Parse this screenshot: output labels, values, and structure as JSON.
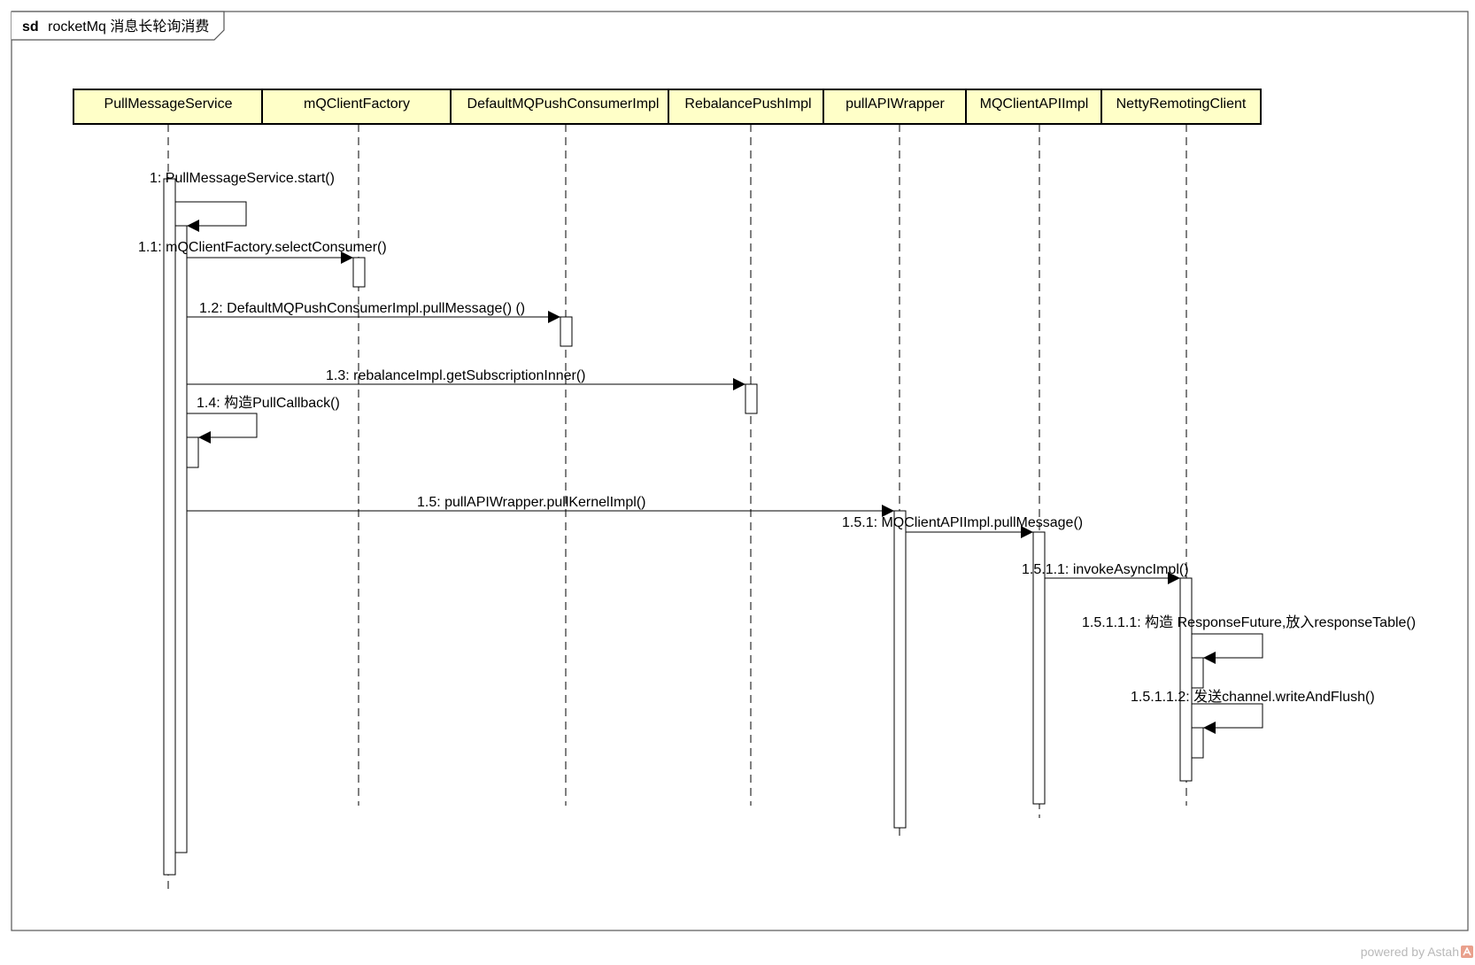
{
  "frame": {
    "keyword": "sd",
    "title": "rocketMq 消息长轮询消费"
  },
  "lifelines": [
    {
      "id": "pms",
      "label": "PullMessageService"
    },
    {
      "id": "mcf",
      "label": "mQClientFactory"
    },
    {
      "id": "dpc",
      "label": "DefaultMQPushConsumerImpl"
    },
    {
      "id": "rbp",
      "label": "RebalancePushImpl"
    },
    {
      "id": "paw",
      "label": "pullAPIWrapper"
    },
    {
      "id": "mca",
      "label": "MQClientAPIImpl"
    },
    {
      "id": "nrc",
      "label": "NettyRemotingClient"
    }
  ],
  "messages": [
    {
      "id": "m1",
      "label": "1: PullMessageService.start()",
      "from": "pms",
      "to": "pms",
      "type": "self"
    },
    {
      "id": "m1_1",
      "label": "1.1: mQClientFactory.selectConsumer()",
      "from": "pms",
      "to": "mcf",
      "type": "call"
    },
    {
      "id": "m1_2",
      "label": "1.2: DefaultMQPushConsumerImpl.pullMessage()  ()",
      "from": "pms",
      "to": "dpc",
      "type": "call"
    },
    {
      "id": "m1_3",
      "label": "1.3: rebalanceImpl.getSubscriptionInner()",
      "from": "pms",
      "to": "rbp",
      "type": "call"
    },
    {
      "id": "m1_4",
      "label": "1.4: 构造PullCallback()",
      "from": "pms",
      "to": "pms",
      "type": "self"
    },
    {
      "id": "m1_5",
      "label": "1.5: pullAPIWrapper.pullKernelImpl()",
      "from": "pms",
      "to": "paw",
      "type": "call"
    },
    {
      "id": "m1_5_1",
      "label": "1.5.1: MQClientAPIImpl.pullMessage()",
      "from": "paw",
      "to": "mca",
      "type": "call"
    },
    {
      "id": "m1_5_1_1",
      "label": "1.5.1.1: invokeAsyncImpl()",
      "from": "mca",
      "to": "nrc",
      "type": "call"
    },
    {
      "id": "m1_5_1_1_1",
      "label": "1.5.1.1.1: 构造 ResponseFuture,放入responseTable()",
      "from": "nrc",
      "to": "nrc",
      "type": "self"
    },
    {
      "id": "m1_5_1_1_2",
      "label": "1.5.1.1.2: 发送channel.writeAndFlush()",
      "from": "nrc",
      "to": "nrc",
      "type": "self"
    }
  ],
  "footer": {
    "credit": "powered by Astah"
  },
  "colors": {
    "header_fill": "#ffffc8",
    "line": "#000000",
    "frame_border": "#555555",
    "credit_text": "#b9b9b9"
  }
}
